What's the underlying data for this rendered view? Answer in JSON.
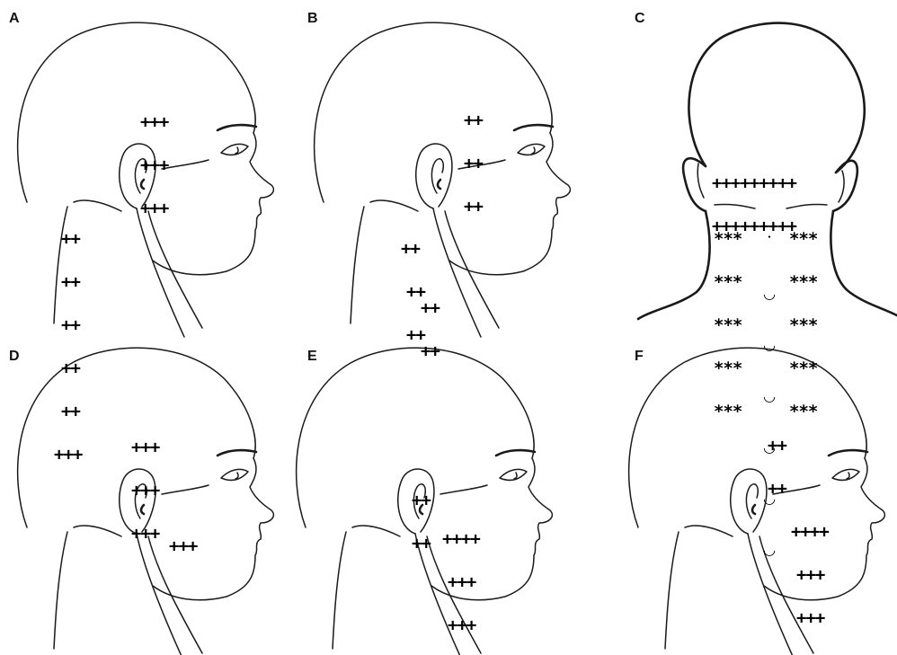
{
  "panels": [
    {
      "id": "A",
      "label": "A",
      "view": "lateral",
      "regions": [
        {
          "name": "temple",
          "rows": [
            "+++",
            "+++",
            "+++"
          ]
        },
        {
          "name": "posterior-neck",
          "rows": [
            "++",
            "++",
            "++",
            "++",
            "++",
            "+++"
          ]
        }
      ]
    },
    {
      "id": "B",
      "label": "B",
      "view": "lateral",
      "regions": [
        {
          "name": "temple",
          "rows": [
            "++",
            "++",
            "++"
          ]
        },
        {
          "name": "lateral-neck-upper",
          "rows": [
            "++",
            "++",
            "++"
          ]
        },
        {
          "name": "lateral-neck-lower",
          "rows": [
            "++",
            "++"
          ]
        }
      ]
    },
    {
      "id": "C",
      "label": "C",
      "view": "posterior",
      "regions": [
        {
          "name": "occipital",
          "rows": [
            "+++++++++",
            "+++++++++"
          ]
        },
        {
          "name": "neck-left",
          "rows": [
            "***",
            "***",
            "***",
            "***",
            "***"
          ]
        },
        {
          "name": "neck-right",
          "rows": [
            "***",
            "***",
            "***",
            "***",
            "***"
          ]
        },
        {
          "name": "spine",
          "rows": [
            "˙",
            "◡",
            "◡",
            "◡",
            "◡",
            "◡",
            "◡"
          ]
        }
      ]
    },
    {
      "id": "D",
      "label": "D",
      "view": "lateral",
      "regions": [
        {
          "name": "temple",
          "rows": [
            "+++",
            "+++",
            "+++"
          ]
        },
        {
          "name": "cheek",
          "rows": [
            "+++"
          ]
        }
      ]
    },
    {
      "id": "E",
      "label": "E",
      "view": "lateral",
      "regions": [
        {
          "name": "preauricular",
          "rows": [
            "++",
            "++"
          ]
        },
        {
          "name": "cheek-jaw",
          "rows": [
            "++++",
            "+++",
            "+++"
          ]
        }
      ]
    },
    {
      "id": "F",
      "label": "F",
      "view": "lateral",
      "regions": [
        {
          "name": "temple",
          "rows": [
            "++",
            "++"
          ]
        },
        {
          "name": "cheek-jaw",
          "rows": [
            "++++",
            "+++",
            "+++"
          ]
        }
      ]
    }
  ]
}
